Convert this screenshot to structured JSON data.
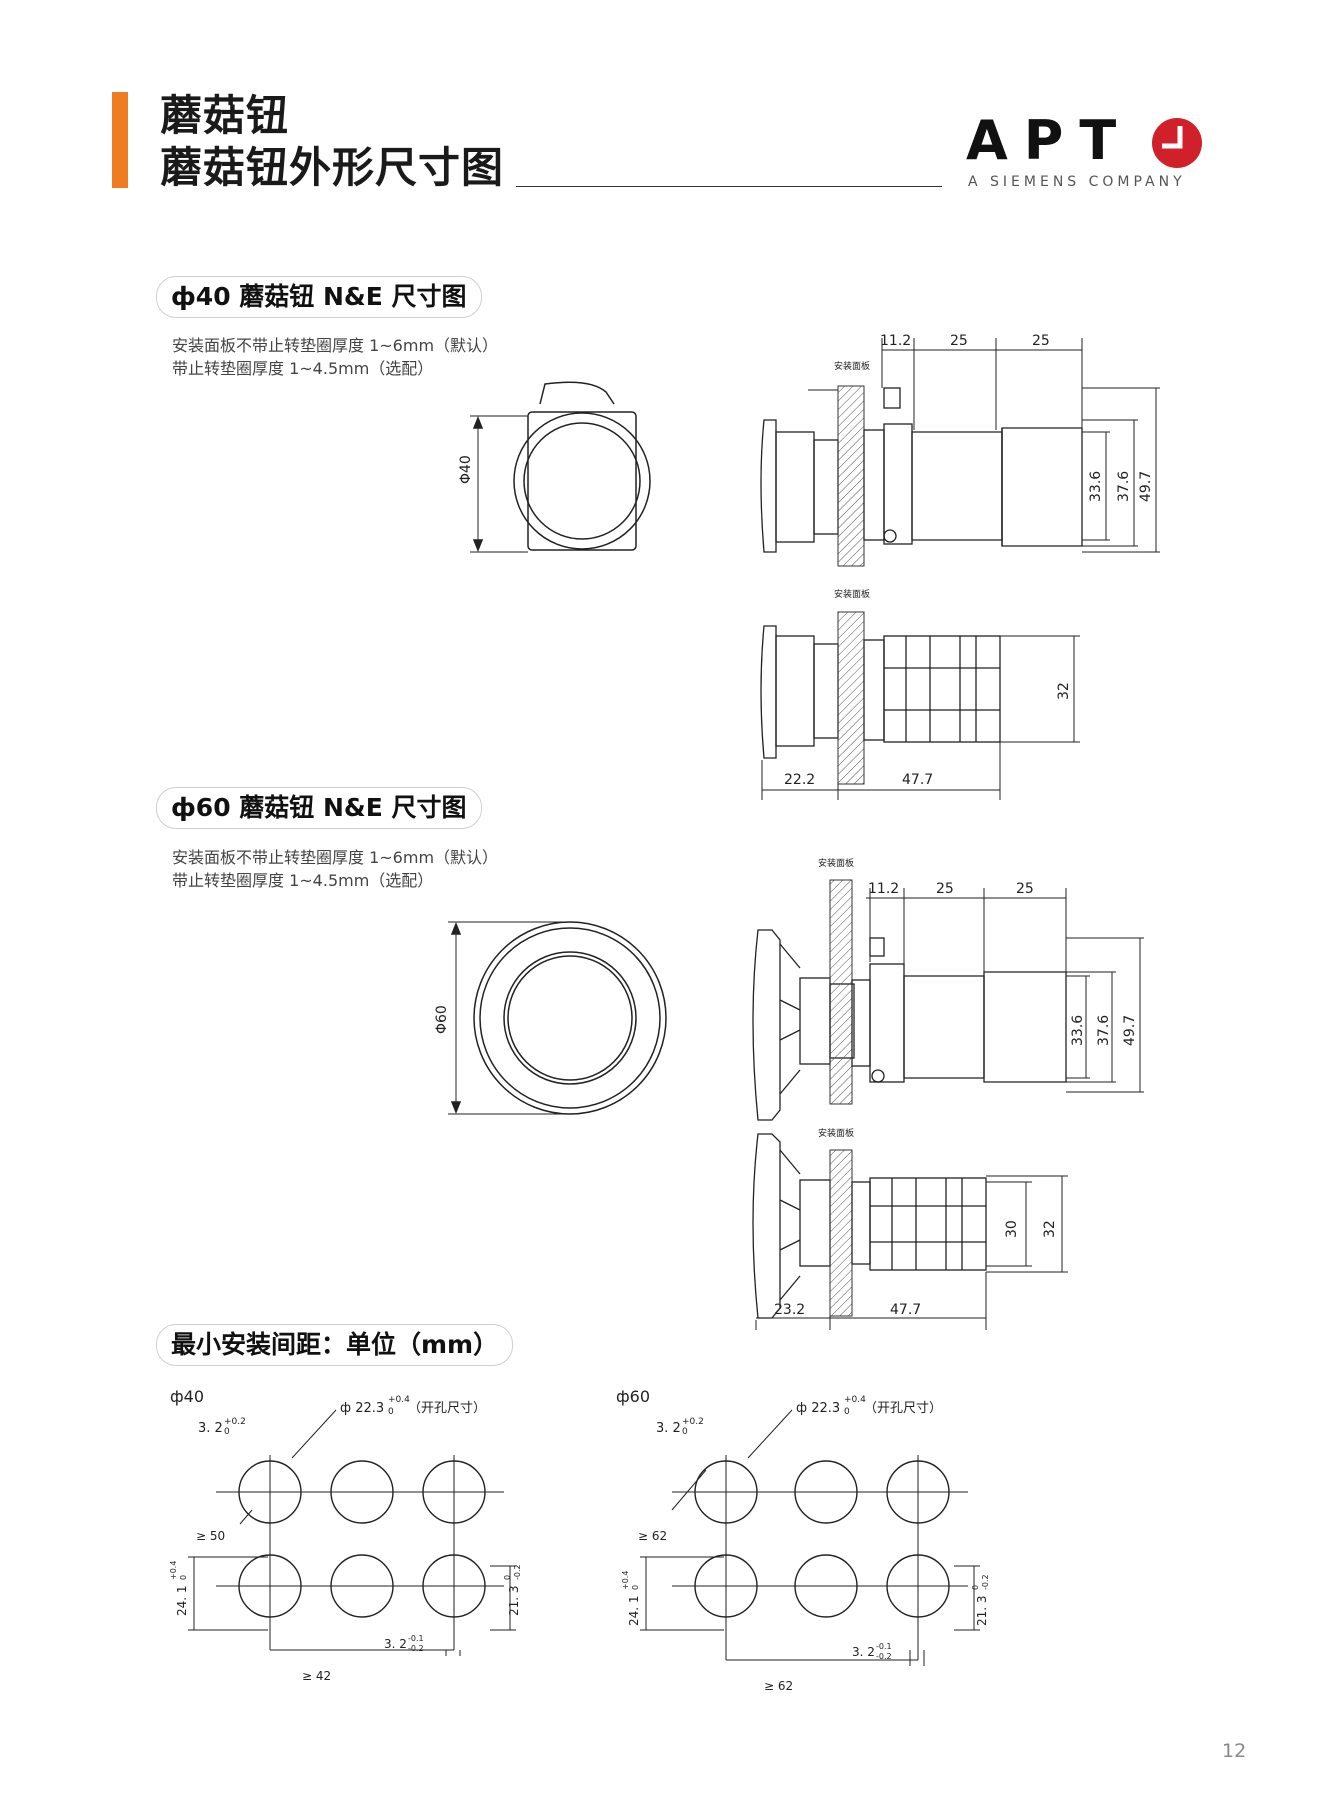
{
  "header": {
    "title_line1": "蘑菇钮",
    "title_line2": "蘑菇钮外形尺寸图",
    "brand": {
      "letters": "APT",
      "tagline": "A SIEMENS COMPANY",
      "accent_color": "#d0202a"
    },
    "accent_color": "#ee7d22"
  },
  "section40": {
    "heading": "ф40 蘑菇钮 N&E 尺寸图",
    "note_line1": "安装面板不带止转垫圈厚度 1~6mm（默认）",
    "note_line2": "带止转垫圈厚度 1~4.5mm（选配）",
    "front_label": "Φ40",
    "panel_label": "安装面板",
    "dims": {
      "d1": "11.2",
      "d2": "25",
      "d3": "25",
      "h1": "33.6",
      "h2": "37.6",
      "h3": "49.7",
      "h4": "32",
      "b1": "22.2",
      "b2": "47.7"
    }
  },
  "section60": {
    "heading": "ф60 蘑菇钮 N&E 尺寸图",
    "note_line1": "安装面板不带止转垫圈厚度 1~6mm（默认）",
    "note_line2": "带止转垫圈厚度 1~4.5mm（选配）",
    "front_label": "Φ60",
    "panel_label": "安装面板",
    "dims": {
      "d1": "11.2",
      "d2": "25",
      "d3": "25",
      "h1": "33.6",
      "h2": "37.6",
      "h3": "49.7",
      "h4": "30",
      "h5": "32",
      "b1": "23.2",
      "b2": "47.7"
    }
  },
  "spacing": {
    "heading": "最小安装间距：单位（mm）",
    "left": {
      "label": "ф40",
      "hole": "ф 22.3",
      "hole_tol_up": "+0.4",
      "hole_tol_dn": "0",
      "hole_note": "（开孔尺寸）",
      "key": "3. 2",
      "key_tol_up": "+0.2",
      "key_tol_dn": "0",
      "v_pitch": "≥ 50",
      "v_offset": "24. 1",
      "v_offset_tol_up": "+0.4",
      "v_offset_tol_dn": "0",
      "r_offset": "21. 3",
      "r_offset_tol_up": "0",
      "r_offset_tol_dn": "-0.2",
      "key_bottom": "3. 2",
      "key_bottom_tol_up": "-0.1",
      "key_bottom_tol_dn": "-0.2",
      "h_pitch": "≥ 42"
    },
    "right": {
      "label": "ф60",
      "hole": "ф 22.3",
      "hole_tol_up": "+0.4",
      "hole_tol_dn": "0",
      "hole_note": "（开孔尺寸）",
      "key": "3. 2",
      "key_tol_up": "+0.2",
      "key_tol_dn": "0",
      "v_pitch": "≥ 62",
      "v_offset": "24. 1",
      "v_offset_tol_up": "+0.4",
      "v_offset_tol_dn": "0",
      "r_offset": "21. 3",
      "r_offset_tol_up": "0",
      "r_offset_tol_dn": "-0.2",
      "key_bottom": "3. 2",
      "key_bottom_tol_up": "-0.1",
      "key_bottom_tol_dn": "-0.2",
      "h_pitch": "≥ 62"
    }
  },
  "page_number": "12"
}
